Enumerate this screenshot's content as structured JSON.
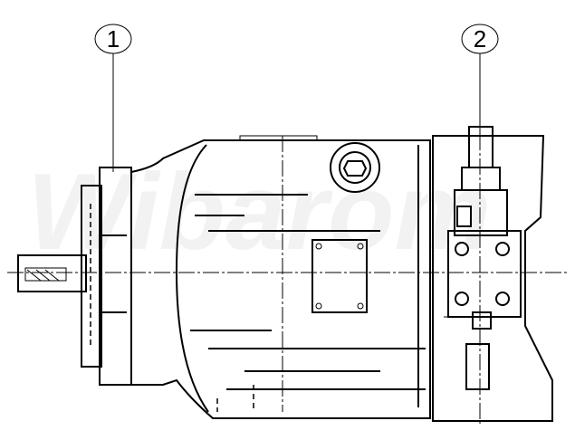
{
  "watermark": "Wibarom",
  "balloons": [
    {
      "label": "1"
    },
    {
      "label": "2"
    }
  ]
}
